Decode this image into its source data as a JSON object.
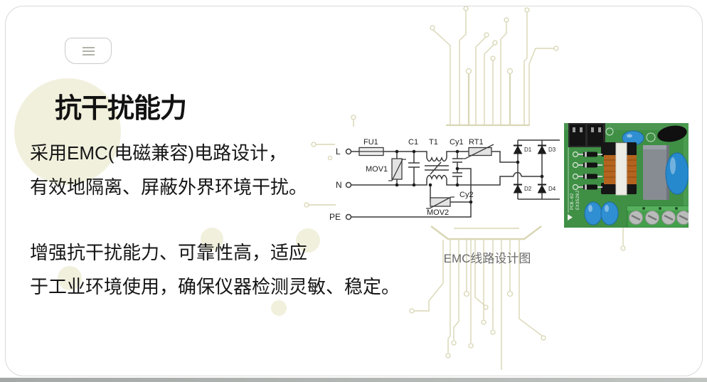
{
  "header": {
    "menu_icon": "hamburger-menu-icon"
  },
  "title": "抗干扰能力",
  "body": {
    "p1_line1": "采用EMC(电磁兼容)电路设计，",
    "p1_line2": "有效地隔离、屏蔽外界环境干扰。",
    "p2_line1": "增强抗干扰能力、可靠性高，适应",
    "p2_line2": "于工业环境使用，确保仪器检测灵敏、稳定。"
  },
  "figure": {
    "caption": "EMC线路设计图",
    "schematic_labels": {
      "l": "L",
      "n": "N",
      "pe": "PE",
      "fu1": "FU1",
      "mov1": "MOV1",
      "c1": "C1",
      "t1": "T1",
      "cy1": "Cy1",
      "rt1": "RT1",
      "cy2": "Cy2",
      "mov2": "MOV2",
      "d1": "D1",
      "d2": "D2",
      "d3": "D3",
      "d4": "D4"
    }
  },
  "pcb_photo": {
    "silkscreen_text1": "PCB-02",
    "silkscreen_text2": "EX3528J"
  },
  "colors": {
    "trace_olive": "#d9d6b4",
    "circle_fill": "#f1f0dd",
    "card_border": "#d9d9d9",
    "schematic_ink": "#3a3a3a",
    "pcb_green": "#3f8f45",
    "capacitor_blue": "#2f8fd2",
    "bottom_bar_gray": "#a9acaa"
  }
}
